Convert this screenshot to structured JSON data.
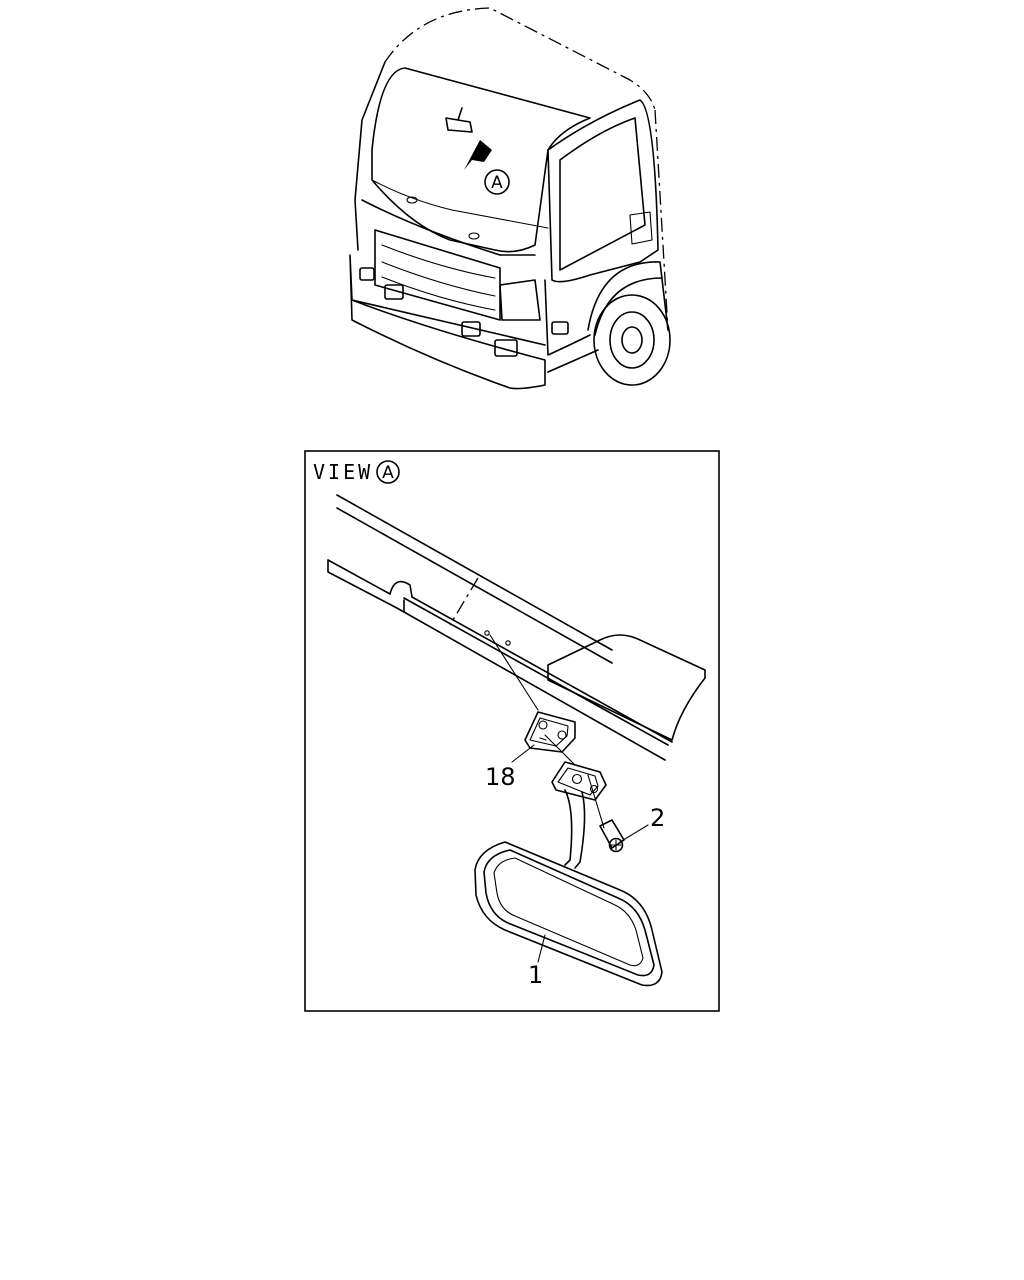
{
  "overview": {
    "callout_letter": "A"
  },
  "detail_view": {
    "view_label": "VIEW",
    "view_letter": "A"
  },
  "parts": [
    {
      "number": "18"
    },
    {
      "number": "2"
    },
    {
      "number": "1"
    }
  ]
}
